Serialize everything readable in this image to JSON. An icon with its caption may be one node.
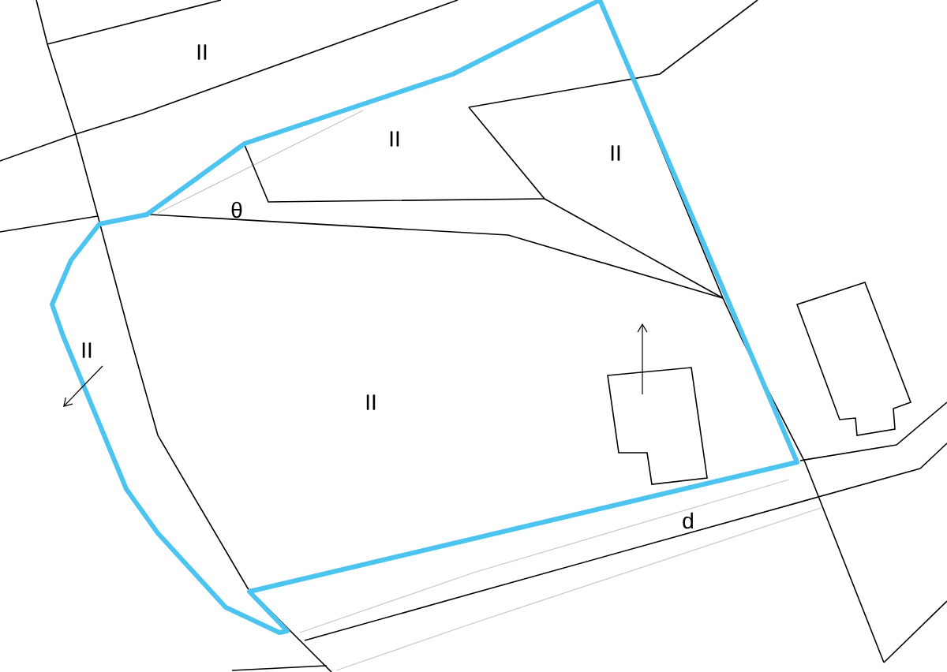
{
  "diagram": {
    "labels": [
      "II",
      "II",
      "II",
      "θ",
      "II",
      "II",
      "d"
    ]
  }
}
